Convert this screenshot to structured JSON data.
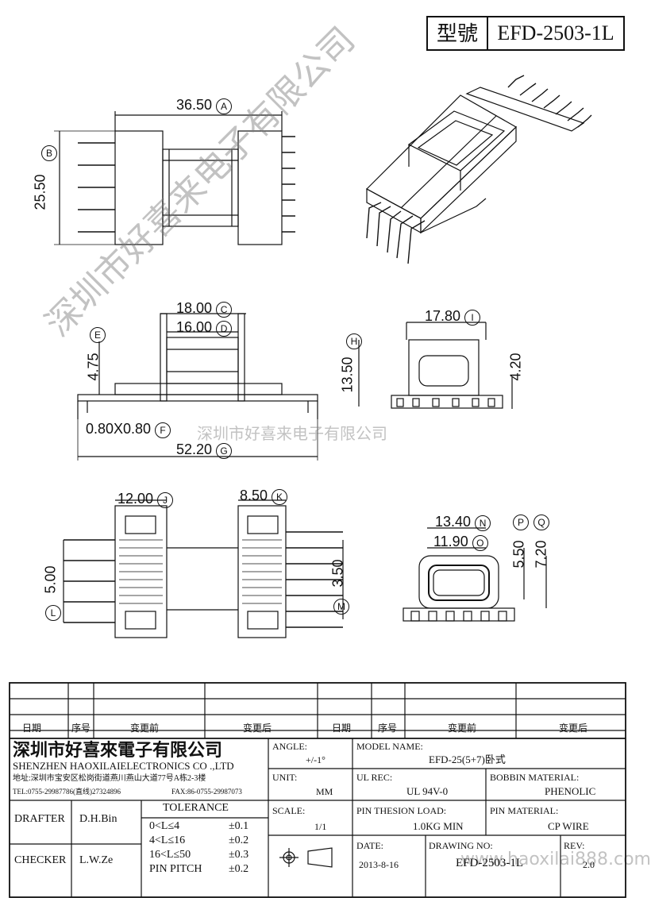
{
  "title_block": {
    "model_label": "型號",
    "model_value": "EFD-2503-1L"
  },
  "dimensions": {
    "d1": "36.50",
    "d1_tag": "A",
    "d2": "25.50",
    "d2_tag": "B",
    "d3": "18.00",
    "d3_tag": "C",
    "d4": "16.00",
    "d4_tag": "D",
    "d5": "4.75",
    "d5_tag": "E",
    "d6": "0.80X0.80",
    "d6_tag": "F",
    "d7": "52.20",
    "d7_tag": "G",
    "d8": "13.50",
    "d8_tag": "H",
    "d9": "17.80",
    "d9_tag": "I",
    "d10": "4.20",
    "d11": "12.00",
    "d11_tag": "J",
    "d12": "8.50",
    "d12_tag": "K",
    "d13": "5.00",
    "d13_tag": "L",
    "d14": "3.50",
    "d14_tag": "M",
    "d15": "13.40",
    "d15_tag": "N",
    "d16": "11.90",
    "d16_tag": "O",
    "d17": "5.50",
    "d17_tag": "P",
    "d18": "7.20",
    "d18_tag": "Q"
  },
  "watermark": {
    "main": "深圳市好喜来电子有限公司",
    "center": "深圳市好喜来电子有限公司",
    "url": "www.haoxilai888.com"
  },
  "revision_table": {
    "headers": [
      "日期",
      "序号",
      "变更前",
      "变更后",
      "日期",
      "序号",
      "变更前",
      "变更后"
    ]
  },
  "company": {
    "name_cn": "深圳市好喜來電子有限公司",
    "name_en": "SHENZHEN HAOXILAIELECTRONICS CO .,LTD",
    "address": "地址:深圳市宝安区松岗街道燕川燕山大道77号A栋2-3楼",
    "tel": "TEL:0755-29987786(直线)27324896",
    "fax": "FAX:86-0755-29987073"
  },
  "fields": {
    "angle_label": "ANGLE:",
    "angle_value": "+/-1°",
    "model_name_label": "MODEL NAME:",
    "model_name_value": "EFD-25(5+7)卧式",
    "unit_label": "UNIT:",
    "unit_value": "MM",
    "ul_label": "UL REC:",
    "ul_value": "UL 94V-0",
    "bobbin_label": "BOBBIN MATERIAL:",
    "bobbin_value": "PHENOLIC",
    "scale_label": "SCALE:",
    "scale_value": "1/1",
    "pin_load_label": "PIN THESION LOAD:",
    "pin_load_value": "1.0KG MIN",
    "pin_material_label": "PIN MATERIAL:",
    "pin_material_value": "CP  WIRE",
    "date_label": "DATE:",
    "date_value": "2013-8-16",
    "drawing_no_label": "DRAWING NO:",
    "drawing_no_value": "EFD-2503-1L",
    "rev_label": "REV:",
    "rev_value": "2.0"
  },
  "people": {
    "drafter_label": "DRAFTER",
    "drafter_value": "D.H.Bin",
    "checker_label": "CHECKER",
    "checker_value": "L.W.Ze"
  },
  "tolerance": {
    "title": "TOLERANCE",
    "rows": [
      [
        "0<L≤4",
        "±0.1"
      ],
      [
        "4<L≤16",
        "±0.2"
      ],
      [
        "16<L≤50",
        "±0.3"
      ],
      [
        "PIN PITCH",
        "±0.2"
      ]
    ]
  }
}
